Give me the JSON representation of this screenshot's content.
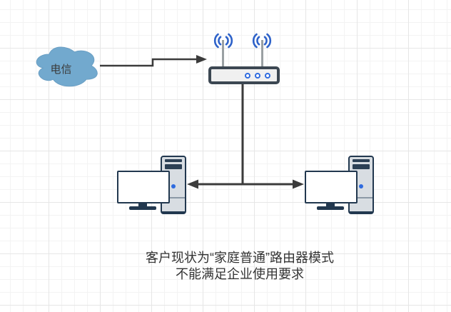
{
  "theme": {
    "canvas-bg": "#ffffff",
    "grid-minor": "#f3f3f3",
    "grid-major": "#e6e6e6",
    "cloud-fill": "#72a9ce",
    "cloud-edge": "#699ec3",
    "ink": "#3b3b3b",
    "device-dark": "#22384f",
    "device-bar": "#2c4055",
    "device-fill": "#d8dde2",
    "router-dark": "#3c4752",
    "router-panel": "#f0f0f0",
    "accent-blue": "#2f6bdf",
    "wifi-blue": "#2e62c9",
    "antenna-gray": "#9aa0a3",
    "screen-fill": "#ffffff",
    "text-color": "#333333"
  },
  "cloud": {
    "label": "电信"
  },
  "router": {
    "led_count": 3,
    "antenna_count": 2
  },
  "caption": {
    "line1": "客户现状为“家庭普通”路由器模式",
    "line2": "不能满足企业使用要求"
  }
}
